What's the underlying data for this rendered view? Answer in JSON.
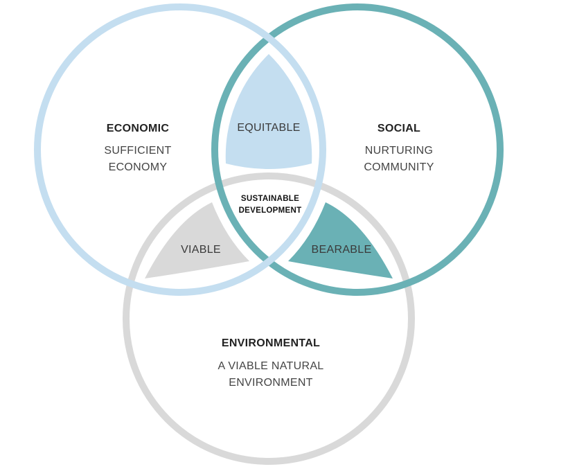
{
  "colors": {
    "economic": "#c4def0",
    "social": "#6ab1b5",
    "environmental": "#d9d9d9"
  },
  "economic": {
    "title": "ECONOMIC",
    "line1": "SUFFICIENT",
    "line2": "ECONOMY"
  },
  "social": {
    "title": "SOCIAL",
    "line1": "NURTURING",
    "line2": "COMMUNITY"
  },
  "environmental": {
    "title": "ENVIRONMENTAL",
    "line1": "A VIABLE NATURAL",
    "line2": "ENVIRONMENT"
  },
  "overlaps": {
    "equitable": "EQUITABLE",
    "viable": "VIABLE",
    "bearable": "BEARABLE"
  },
  "center": {
    "line1": "SUSTAINABLE",
    "line2": "DEVELOPMENT"
  }
}
